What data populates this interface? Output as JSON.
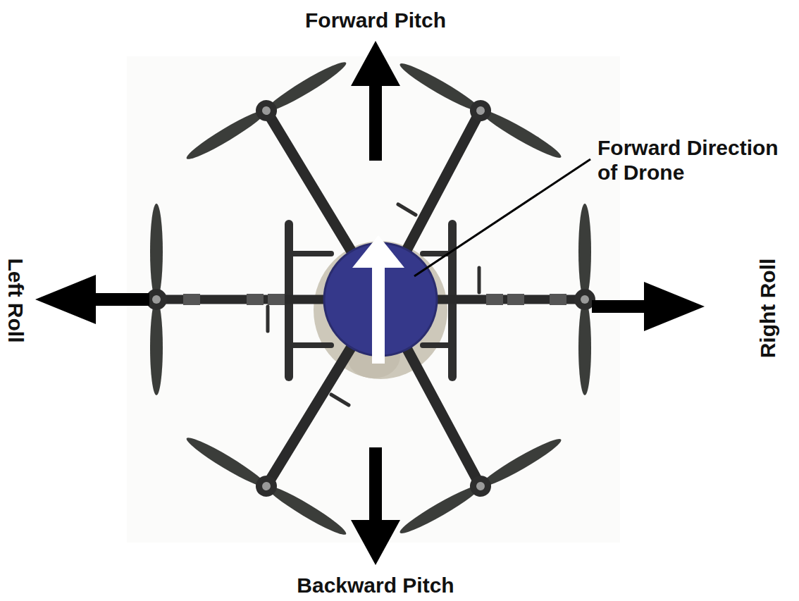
{
  "diagram": {
    "labels": [
      "Forward Pitch",
      "Forward Direction of Drone",
      "Left Roll",
      "Right Roll",
      "Backward Pitch"
    ]
  }
}
